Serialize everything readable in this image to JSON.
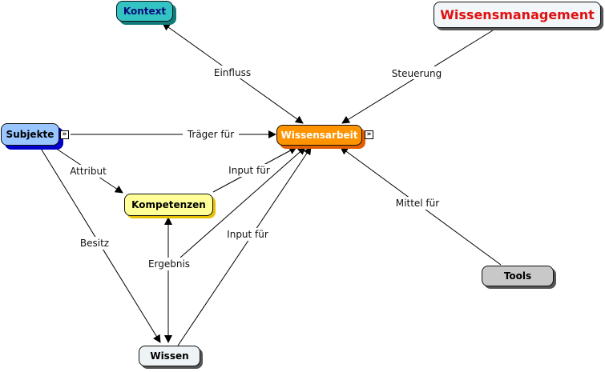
{
  "nodes": {
    "kontext": {
      "label": "Kontext",
      "fill": "#33c3c3",
      "text": "#0a0a7a",
      "shadow": "#117a7a"
    },
    "wissensmanagement": {
      "label": "Wissensmanagement",
      "fill": "#f2f6f8",
      "text": "#e01010",
      "shadow": "#555555"
    },
    "subjekte": {
      "label": "Subjekte",
      "fill": "#99c6ff",
      "text": "#000000",
      "shadow": "#0000c8"
    },
    "wissensarbeit": {
      "label": "Wissensarbeit",
      "fill": "#ff9300",
      "text": "#ffffff",
      "shadow": "#e25d00"
    },
    "kompetenzen": {
      "label": "Kompetenzen",
      "fill": "#ffff99",
      "text": "#000000",
      "shadow": "#e8c000"
    },
    "wissen": {
      "label": "Wissen",
      "fill": "#eef3f5",
      "text": "#000000",
      "shadow": "#555555"
    },
    "tools": {
      "label": "Tools",
      "fill": "#c8c8c8",
      "text": "#000000",
      "shadow": "#555555"
    }
  },
  "expand_glyph": "»",
  "links": [
    {
      "label": "Einfluss"
    },
    {
      "label": "Steuerung"
    },
    {
      "label": "Träger für"
    },
    {
      "label": "Attribut"
    },
    {
      "label": "Input für"
    },
    {
      "label": "Besitz"
    },
    {
      "label": "Ergebnis"
    },
    {
      "label": "Input für"
    },
    {
      "label": "Mittel für"
    }
  ]
}
